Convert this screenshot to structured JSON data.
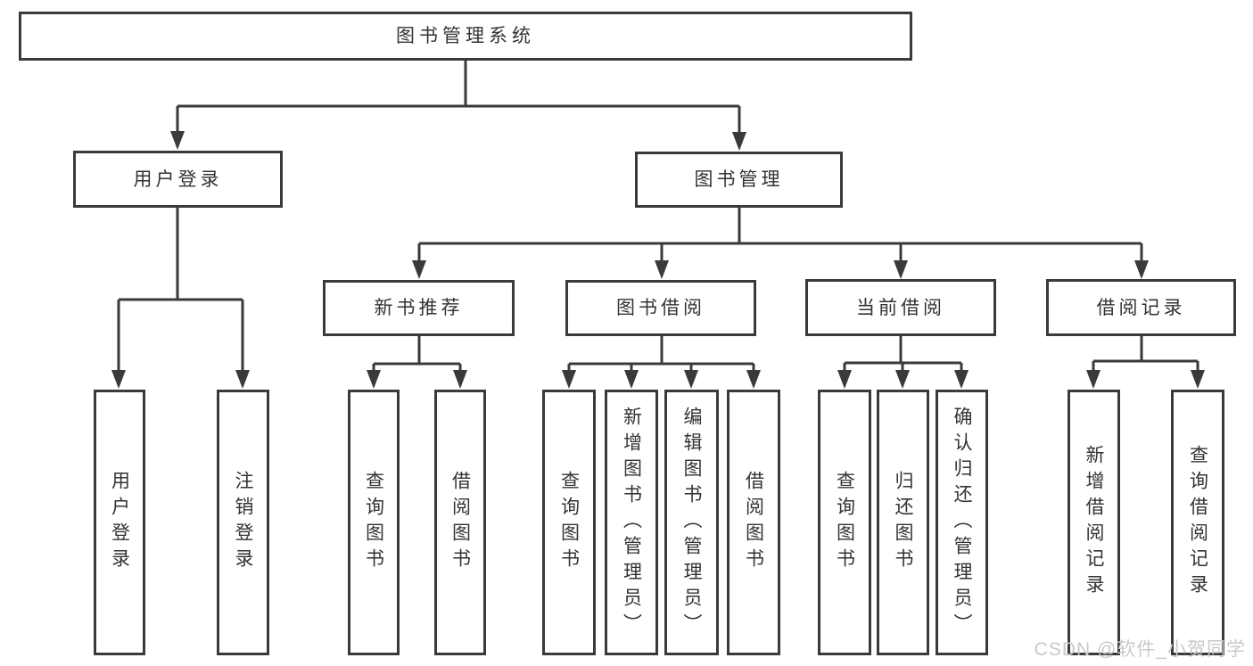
{
  "diagram_type": "hierarchy-tree",
  "tree": {
    "root": {
      "label": "图书管理系统"
    },
    "level2": [
      {
        "label": "用户登录",
        "children": [
          {
            "label": "用户登录"
          },
          {
            "label": "注销登录"
          }
        ]
      },
      {
        "label": "图书管理",
        "children": [
          {
            "label": "新书推荐",
            "children": [
              {
                "label": "查询图书"
              },
              {
                "label": "借阅图书"
              }
            ]
          },
          {
            "label": "图书借阅",
            "children": [
              {
                "label": "查询图书"
              },
              {
                "label": "新增图书（管理员）"
              },
              {
                "label": "编辑图书（管理员）"
              },
              {
                "label": "借阅图书"
              }
            ]
          },
          {
            "label": "当前借阅",
            "children": [
              {
                "label": "查询图书"
              },
              {
                "label": "归还图书"
              },
              {
                "label": "确认归还（管理员）"
              }
            ]
          },
          {
            "label": "借阅记录",
            "children": [
              {
                "label": "新增借阅记录"
              },
              {
                "label": "查询借阅记录"
              }
            ]
          }
        ]
      }
    ]
  },
  "watermark": "CSDN @软件_小贺同学",
  "colors": {
    "line": "#3a3a3a",
    "box_border": "#3a3a3a",
    "box_background": "#ffffff",
    "text": "#333333",
    "watermark_text": "#c9c9c9",
    "page_background": "#ffffff"
  }
}
